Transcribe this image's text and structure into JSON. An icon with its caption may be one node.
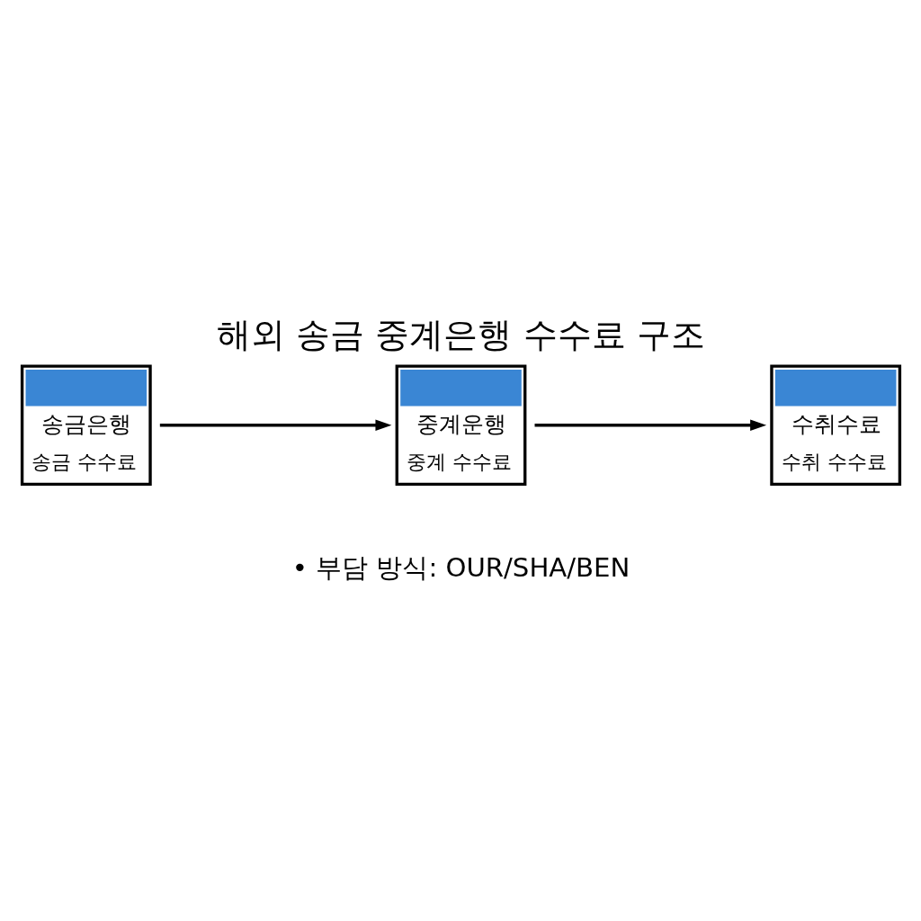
{
  "diagram": {
    "title": "해외 송금 중계은행 수수료 구조",
    "nodes": [
      {
        "text": [
          "송금은행",
          "송금 수수료"
        ]
      },
      {
        "text": [
          "중계운행",
          "중계 수수료"
        ]
      },
      {
        "text": [
          "수취수료",
          "수취 수수료"
        ]
      }
    ],
    "edges": [
      {
        "from": 0,
        "to": 1,
        "arrow": "to"
      },
      {
        "from": 1,
        "to": 2,
        "arrow": "to"
      }
    ],
    "labels": [
      "• 부담 방식: OUR/SHA/BEN"
    ]
  }
}
